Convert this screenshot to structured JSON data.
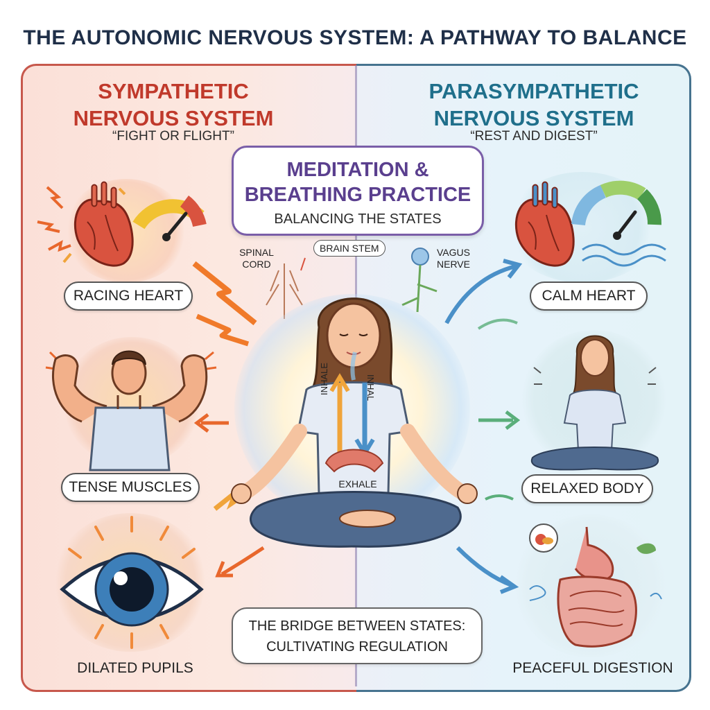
{
  "title": "THE AUTONOMIC NERVOUS SYSTEM: A PATHWAY TO BALANCE",
  "sympathetic": {
    "title_line1": "SYMPATHETIC",
    "title_line2": "NERVOUS SYSTEM",
    "subtitle": "“FIGHT OR FLIGHT”",
    "color": "#c0392b",
    "items": [
      {
        "label": "RACING HEART",
        "icon": "heart-icon"
      },
      {
        "label": "TENSE MUSCLES",
        "icon": "flexing-person-icon"
      },
      {
        "label": "DILATED PUPILS",
        "icon": "eye-icon"
      }
    ]
  },
  "parasympathetic": {
    "title_line1": "PARASYMPATHETIC",
    "title_line2": "NERVOUS SYSTEM",
    "subtitle": "“REST AND DIGEST”",
    "color": "#1f6f8b",
    "items": [
      {
        "label": "CALM HEART",
        "icon": "heart-icon"
      },
      {
        "label": "RELAXED BODY",
        "icon": "meditating-person-icon"
      },
      {
        "label": "PEACEFUL DIGESTION",
        "icon": "stomach-icon"
      }
    ]
  },
  "center": {
    "heading_line1": "MEDITATION &",
    "heading_line2": "BREATHING PRACTICE",
    "subheading": "BALANCING THE STATES",
    "spinal_line1": "SPINAL",
    "spinal_line2": "CORD",
    "brain_stem": "BRAIN STEM",
    "vagus_line1": "VAGUS",
    "vagus_line2": "NERVE",
    "inhale": "INHALE",
    "inhal": "INHAL",
    "exhale": "EXHALE",
    "color": "#5a3f8e"
  },
  "bridge": {
    "line1": "THE BRIDGE BETWEEN STATES:",
    "line2": "CULTIVATING REGULATION"
  }
}
